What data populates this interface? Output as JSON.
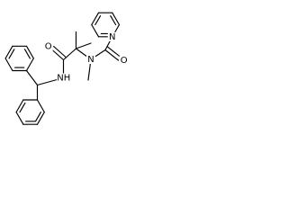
{
  "atom_labels": {
    "pyridine_n": "N",
    "amide_o_right": "O",
    "amide_n_right": "N",
    "amide_o_left": "O",
    "amide_nh_left": "NH"
  }
}
